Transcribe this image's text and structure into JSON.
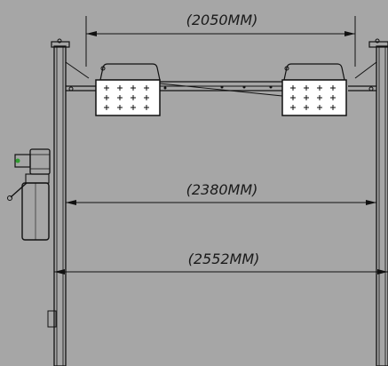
{
  "dimensions": {
    "top_span": "(2050MM)",
    "middle_span": "(2380MM)",
    "bottom_span": "(2552MM)"
  },
  "colors": {
    "background": "#a6a6a6",
    "line": "#111111",
    "pad_fill": "#ffffff",
    "accent_green": "#2e9d2e"
  },
  "components": [
    "left-post",
    "right-post",
    "cross-beam",
    "left-lift-pad",
    "right-lift-pad",
    "hydraulic-power-unit"
  ]
}
